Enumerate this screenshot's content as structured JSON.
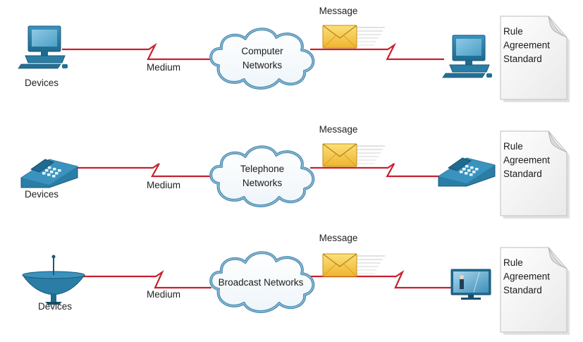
{
  "rows": [
    {
      "device_label": "Devices",
      "medium_label": "Medium",
      "network_lines": [
        "Computer",
        "Networks"
      ],
      "message_label": "Message",
      "rules": [
        "Rule",
        "Agreement",
        "Standard"
      ],
      "source_icon": "desktop-computer-icon",
      "dest_icon": "desktop-computer-icon"
    },
    {
      "device_label": "Devices",
      "medium_label": "Medium",
      "network_lines": [
        "Telephone",
        "Networks"
      ],
      "message_label": "Message",
      "rules": [
        "Rule",
        "Agreement",
        "Standard"
      ],
      "source_icon": "telephone-icon",
      "dest_icon": "telephone-icon"
    },
    {
      "device_label": "Devices",
      "medium_label": "Medium",
      "network_lines": [
        "Broadcast Networks"
      ],
      "message_label": "Message",
      "rules": [
        "Rule",
        "Agreement",
        "Standard"
      ],
      "source_icon": "satellite-dish-icon",
      "dest_icon": "television-icon"
    }
  ],
  "colors": {
    "link": "#c8202f",
    "device_blue": "#2a7ea6",
    "cloud_stroke": "#4f8fb3",
    "envelope": "#f4c542"
  }
}
